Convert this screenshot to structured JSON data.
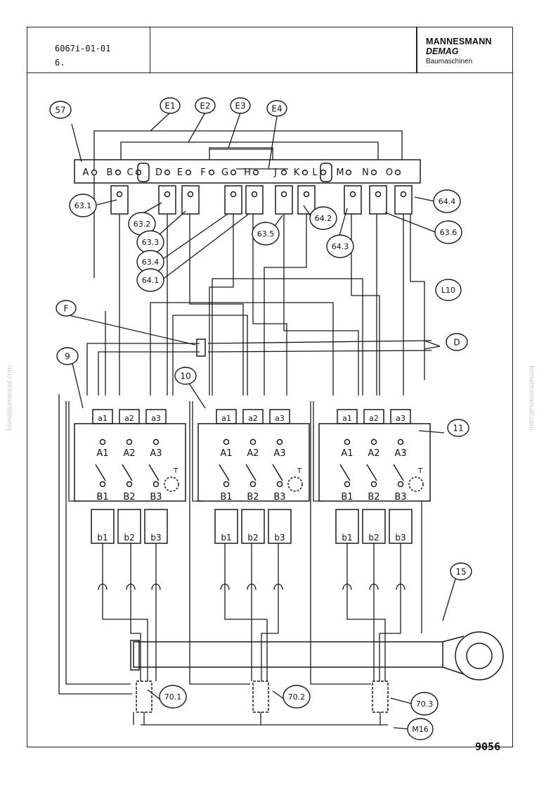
{
  "header": {
    "doc_number": "6067i-01-01",
    "sheet": "6.",
    "brand_line1": "MANNESMANN",
    "brand_line2": "DEMAG",
    "brand_line3": "Baumaschinen"
  },
  "watermark": "komatsumanual.com",
  "drawing_number": "9056",
  "callouts": {
    "c57": "57",
    "e1": "E1",
    "e2": "E2",
    "e3": "E3",
    "e4": "E4",
    "c631": "63.1",
    "c632": "63.2",
    "c633": "63.3",
    "c634": "63.4",
    "c635": "63.5",
    "c636": "63.6",
    "c641": "64.1",
    "c642": "64.2",
    "c643": "64.3",
    "c644": "64.4",
    "l10": "L10",
    "f": "F",
    "d": "D",
    "c9": "9",
    "c10": "10",
    "c11": "11",
    "c15": "15",
    "c701": "70.1",
    "c702": "70.2",
    "c703": "70.3",
    "m16": "M16"
  },
  "manifold_ports": [
    "A",
    "B",
    "C",
    "D",
    "E",
    "F",
    "G",
    "H",
    "J",
    "K",
    "L",
    "M",
    "N",
    "O"
  ],
  "valve_block": {
    "ports_top": [
      "a1",
      "a2",
      "a3"
    ],
    "ports_a": [
      "A1",
      "A2",
      "A3"
    ],
    "ports_b": [
      "B1",
      "B2",
      "B3"
    ],
    "ports_bottom": [
      "b1",
      "b2",
      "b3"
    ],
    "tank": "T"
  }
}
